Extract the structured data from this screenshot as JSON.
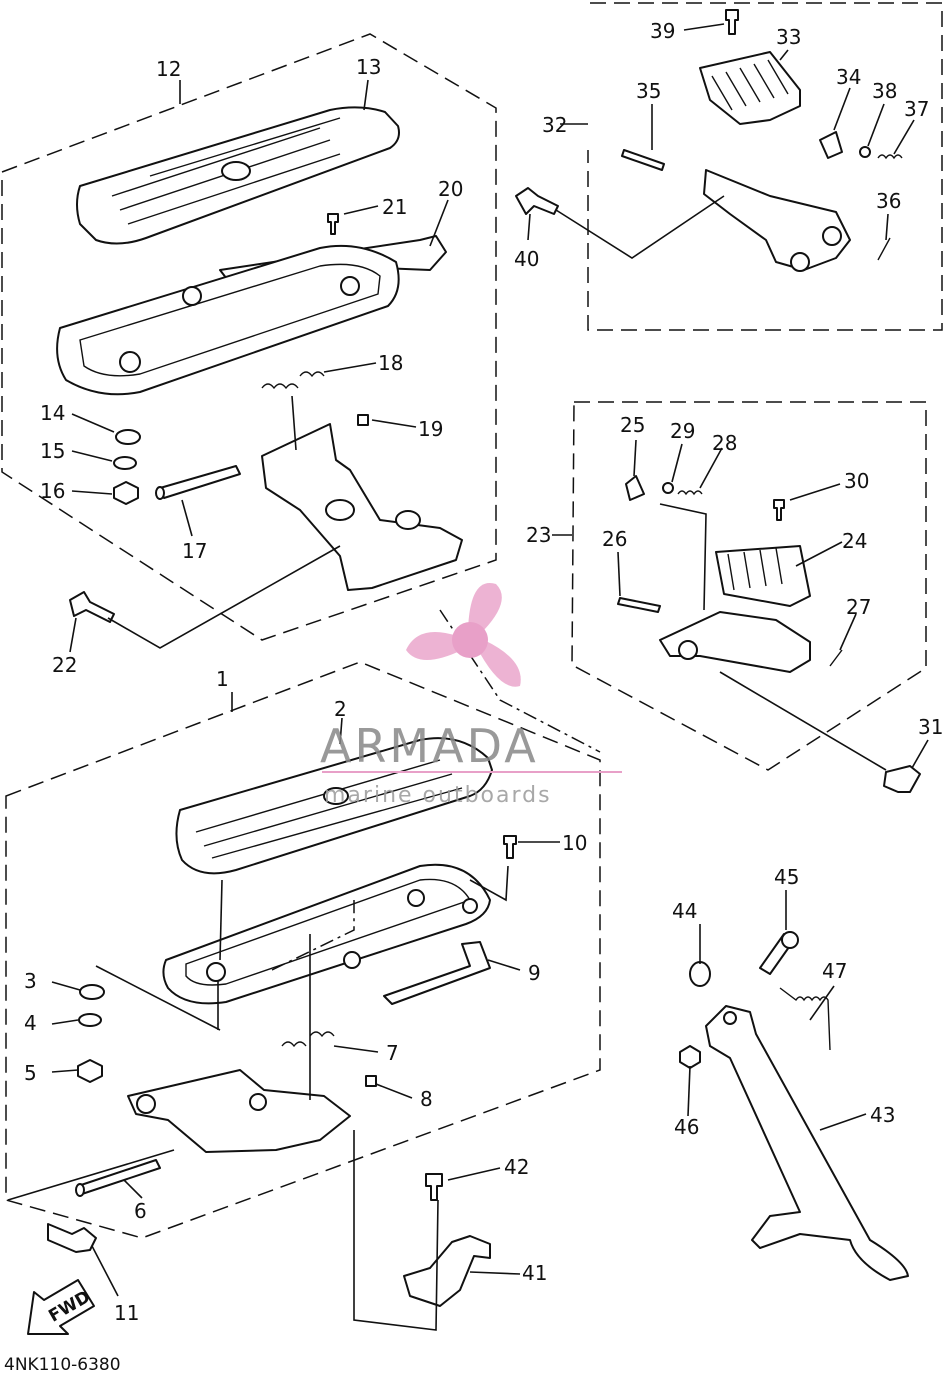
{
  "diagram_code": "4NK110-6380",
  "watermark": {
    "brand": "ARMADA",
    "tagline": "marine outboards",
    "logo_color": "#e8a0c8"
  },
  "direction_marker": "FWD",
  "callouts": [
    "1",
    "2",
    "3",
    "4",
    "5",
    "6",
    "7",
    "8",
    "9",
    "10",
    "11",
    "12",
    "13",
    "14",
    "15",
    "16",
    "17",
    "18",
    "19",
    "20",
    "21",
    "22",
    "23",
    "24",
    "25",
    "26",
    "27",
    "28",
    "29",
    "30",
    "31",
    "32",
    "33",
    "34",
    "35",
    "36",
    "37",
    "38",
    "39",
    "40",
    "41",
    "42",
    "43",
    "44",
    "45",
    "46",
    "47"
  ],
  "groups": [
    {
      "id": "12",
      "description_items": [
        "13",
        "14",
        "15",
        "16",
        "17",
        "18",
        "19",
        "20",
        "21"
      ]
    },
    {
      "id": "32",
      "description_items": [
        "33",
        "34",
        "35",
        "36",
        "37",
        "38",
        "39"
      ]
    },
    {
      "id": "23",
      "description_items": [
        "24",
        "25",
        "26",
        "27",
        "28",
        "29",
        "30"
      ]
    },
    {
      "id": "1",
      "description_items": [
        "2",
        "3",
        "4",
        "5",
        "6",
        "7",
        "8",
        "9",
        "10"
      ]
    }
  ]
}
